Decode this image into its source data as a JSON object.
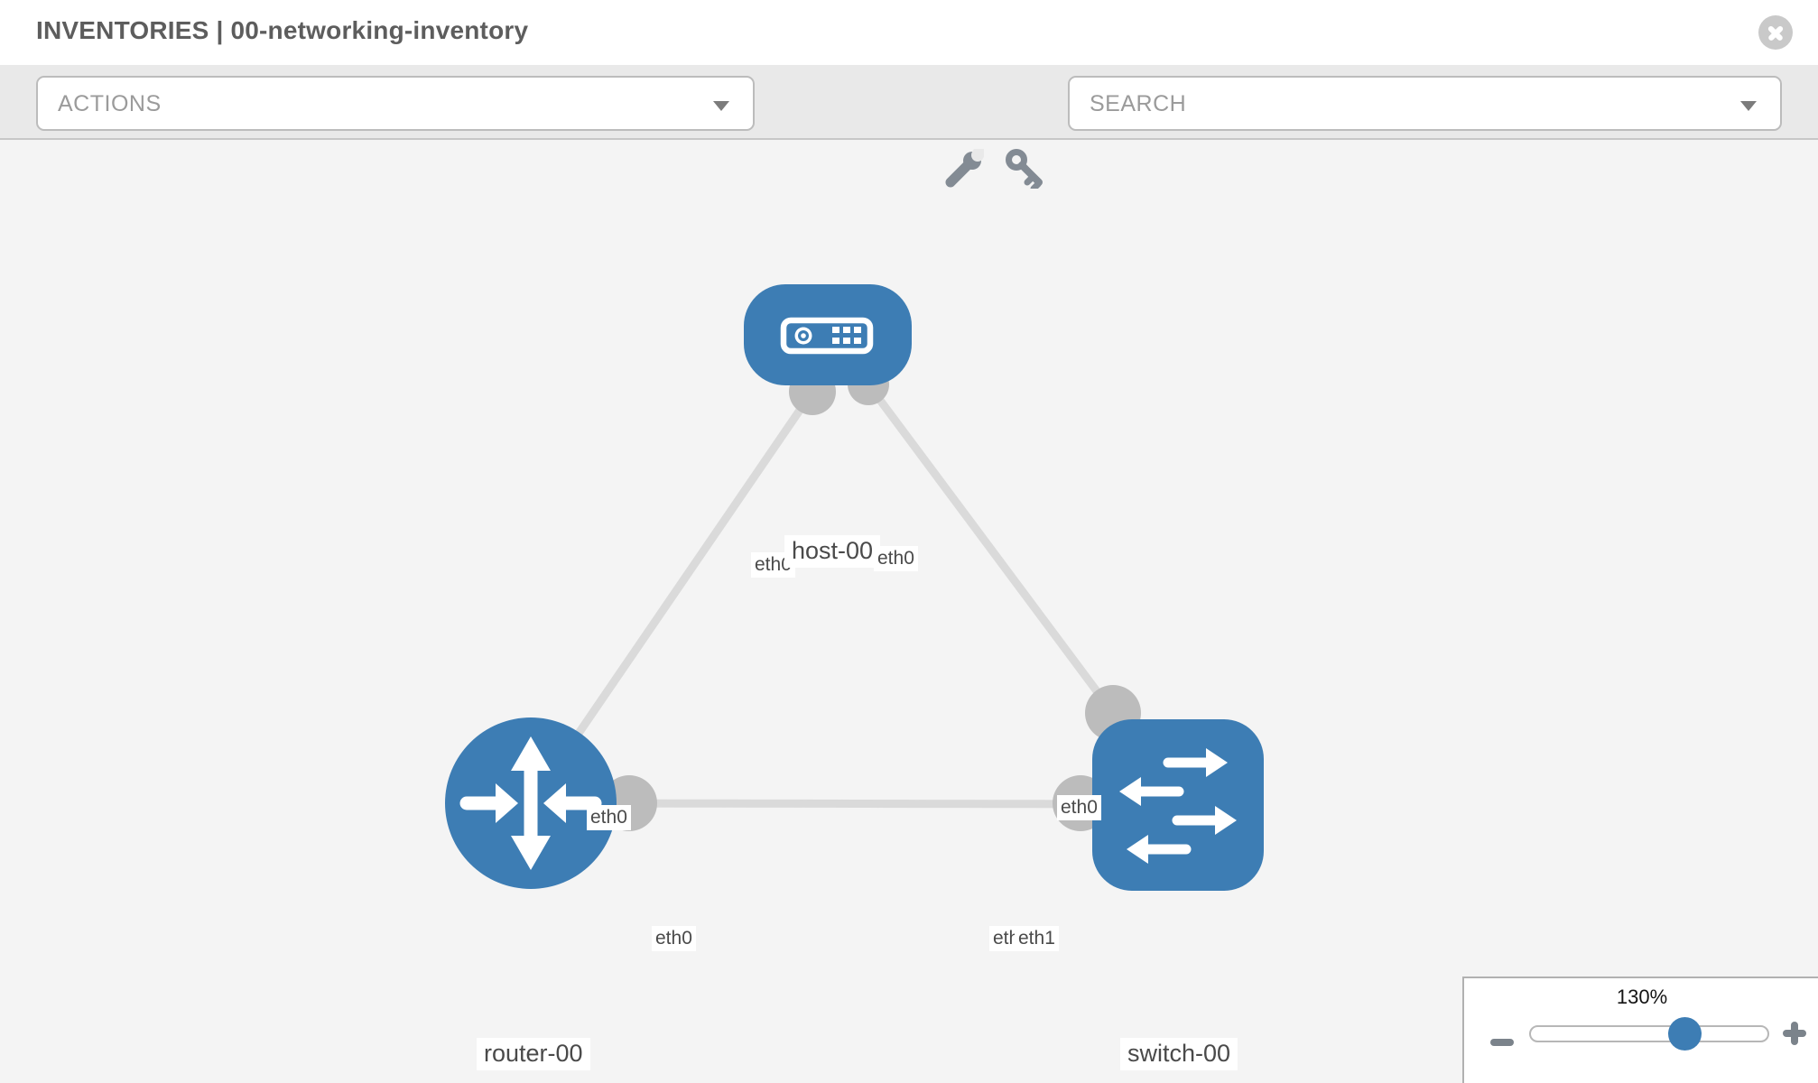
{
  "header": {
    "title": "INVENTORIES | 00-networking-inventory"
  },
  "toolbar": {
    "actions_dropdown": "ACTIONS",
    "search_dropdown": "SEARCH"
  },
  "icons": {
    "close": "times-circle",
    "wrench": "wrench",
    "key": "key",
    "caret": "triangle-down",
    "zoom_out": "minus",
    "zoom_in": "plus"
  },
  "topology": {
    "nodes": [
      {
        "name": "host-00",
        "type": "host"
      },
      {
        "name": "router-00",
        "type": "router"
      },
      {
        "name": "switch-00",
        "type": "switch"
      }
    ],
    "links": [
      {
        "from": "router-00",
        "to": "host-00",
        "from_port": "eth0",
        "to_port": "eth0"
      },
      {
        "from": "switch-00",
        "to": "host-00",
        "from_port": "eth0",
        "to_port": "eth0"
      },
      {
        "from": "router-00",
        "to": "switch-00",
        "from_port": "eth0",
        "to_port": "eth1",
        "to_port_overlapped": "eth0"
      }
    ]
  },
  "zoom_control": {
    "level": "130%"
  },
  "colors": {
    "node_fill": "#3d7db4",
    "link": "#dadada",
    "port": "#bcbcbc",
    "toolbar_bg": "#e9e9e9",
    "canvas_bg": "#f4f4f4",
    "accent": "#3d7db4"
  }
}
